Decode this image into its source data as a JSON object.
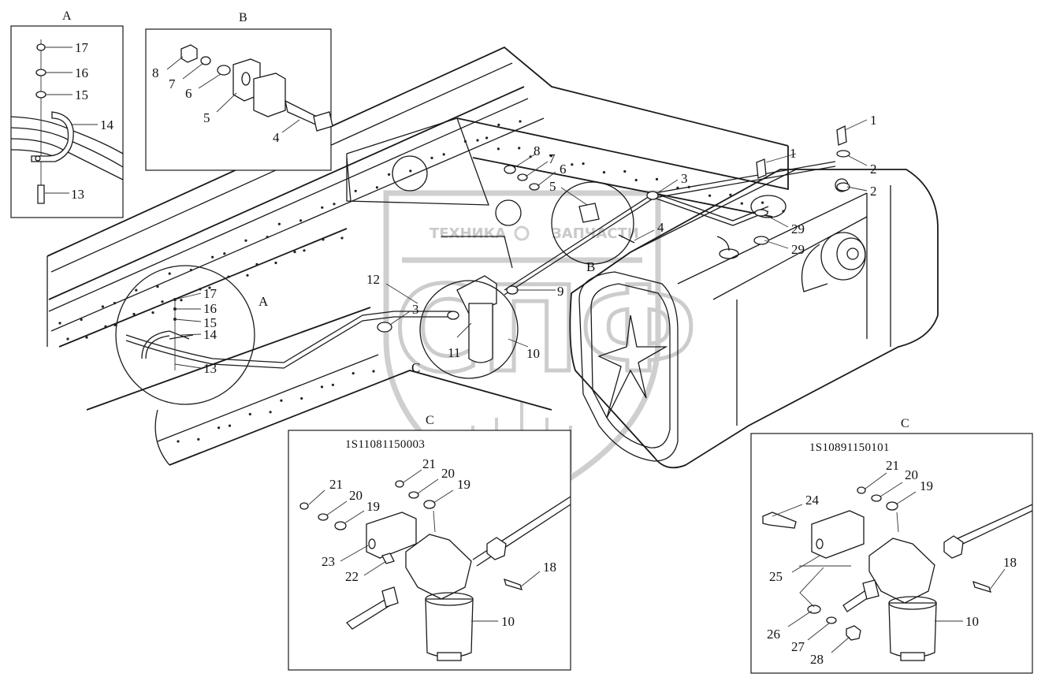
{
  "watermark": {
    "text_left": "ТЕХНИКА",
    "text_right": "ЗАПЧАСТИ",
    "letters": "СПФ"
  },
  "views": {
    "A": {
      "title": "A",
      "callouts": [
        "17",
        "16",
        "15",
        "14",
        "13"
      ]
    },
    "B": {
      "title": "B",
      "callouts": [
        "8",
        "7",
        "6",
        "5",
        "4"
      ]
    },
    "C1": {
      "title": "C",
      "part_number": "1S11081150003",
      "callouts": [
        "21",
        "20",
        "19",
        "21",
        "20",
        "19",
        "23",
        "22",
        "18",
        "10"
      ]
    },
    "C2": {
      "title": "C",
      "part_number": "1S10891150101",
      "callouts": [
        "21",
        "20",
        "19",
        "24",
        "25",
        "18",
        "26",
        "27",
        "28",
        "10"
      ]
    }
  },
  "main": {
    "callouts": [
      "1",
      "2",
      "2",
      "1",
      "29",
      "29",
      "8",
      "7",
      "6",
      "5",
      "3",
      "4",
      "B",
      "12",
      "9",
      "3",
      "11",
      "10",
      "C",
      "17",
      "16",
      "15",
      "14",
      "13",
      "A"
    ]
  }
}
